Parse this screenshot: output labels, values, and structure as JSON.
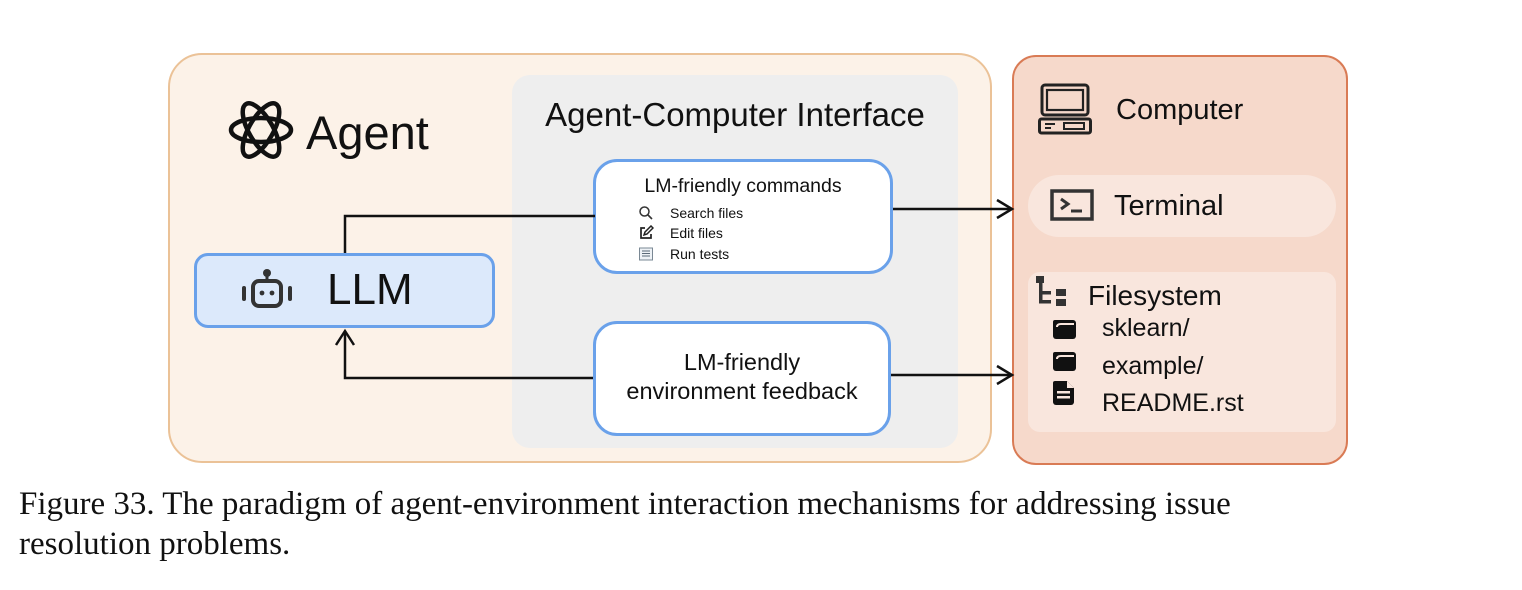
{
  "agent": {
    "title": "Agent",
    "icon": "atom-icon"
  },
  "aci": {
    "title": "Agent-Computer Interface",
    "commands": {
      "title": "LM-friendly commands",
      "items": [
        {
          "icon": "search-icon",
          "label": "Search files"
        },
        {
          "icon": "edit-icon",
          "label": "Edit files"
        },
        {
          "icon": "test-list-icon",
          "label": "Run tests"
        }
      ]
    },
    "feedback": {
      "line1": "LM-friendly",
      "line2": "environment feedback"
    }
  },
  "llm": {
    "label": "LLM",
    "icon": "robot-icon"
  },
  "computer": {
    "title": "Computer",
    "icon": "computer-icon",
    "terminal": {
      "label": "Terminal",
      "icon": "terminal-icon"
    },
    "filesystem": {
      "title": "Filesystem",
      "icon": "tree-icon",
      "items": [
        {
          "icon": "folder-icon",
          "label": "sklearn/"
        },
        {
          "icon": "folder-icon",
          "label": "example/"
        },
        {
          "icon": "file-icon",
          "label": "README.rst"
        }
      ]
    }
  },
  "colors": {
    "agent_bg": "#fcf2e8",
    "agent_border": "#ebc297",
    "aci_bg": "#eeeeee",
    "box_border": "#6aa1ea",
    "llm_bg": "#dce9fb",
    "computer_bg": "#f6d9cb",
    "computer_border": "#d97b55",
    "inner_bg": "#f9e6dd"
  },
  "caption": {
    "line1": "Figure 33. The paradigm of agent-environment interaction mechanisms for addressing issue",
    "line2": "resolution problems."
  }
}
